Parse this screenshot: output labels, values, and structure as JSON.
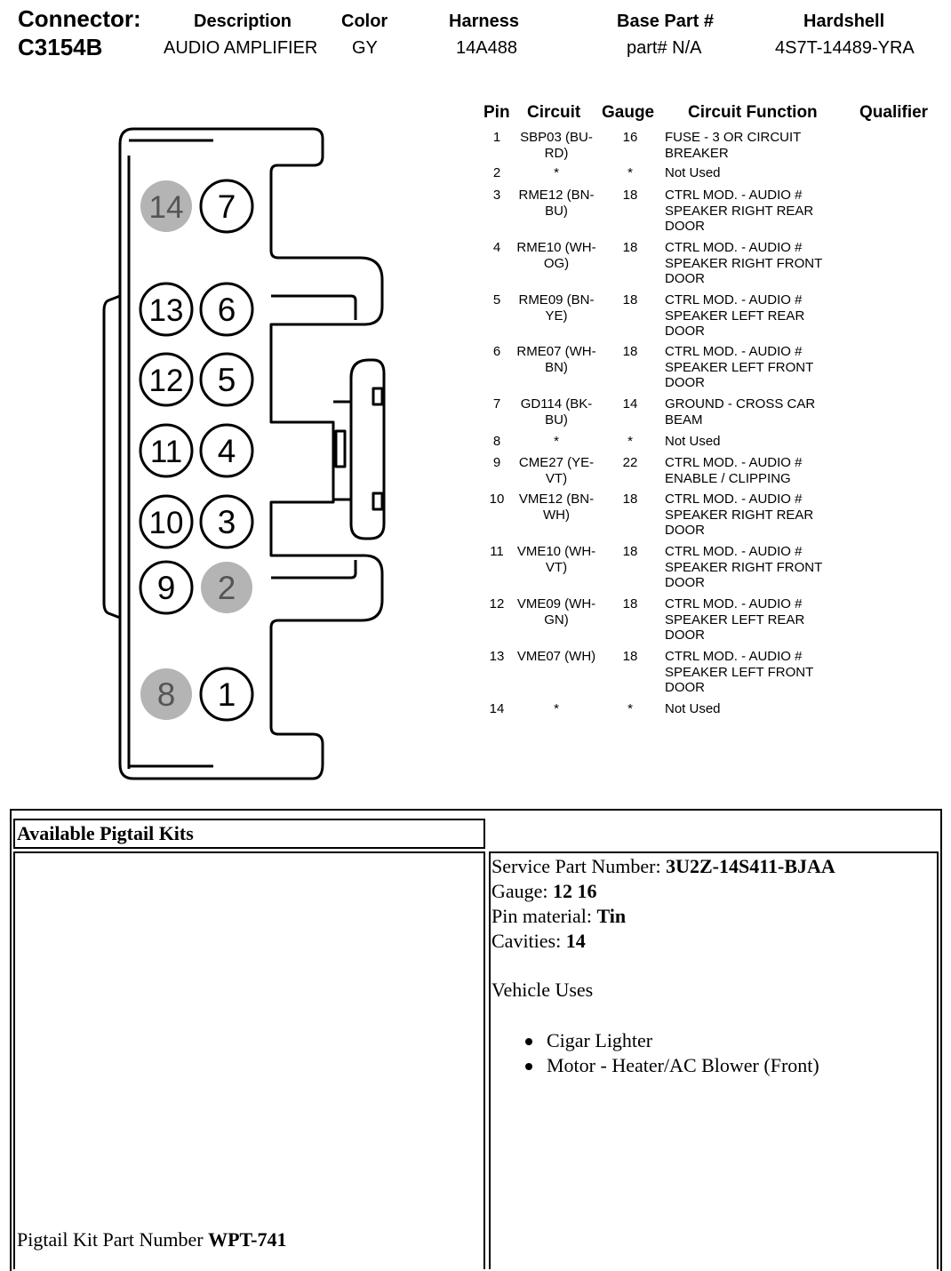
{
  "header": {
    "connector_label": "Connector:",
    "connector_id": "C3154B",
    "columns": [
      {
        "label": "Description",
        "value": "AUDIO AMPLIFIER"
      },
      {
        "label": "Color",
        "value": "GY"
      },
      {
        "label": "Harness",
        "value": "14A488"
      },
      {
        "label": "Base Part #",
        "value": "part# N/A"
      },
      {
        "label": "Hardshell",
        "value": "4S7T-14489-YRA"
      }
    ]
  },
  "connector": {
    "cavities": [
      {
        "num": "14",
        "empty": true
      },
      {
        "num": "7",
        "empty": false
      },
      {
        "num": "13",
        "empty": false
      },
      {
        "num": "6",
        "empty": false
      },
      {
        "num": "12",
        "empty": false
      },
      {
        "num": "5",
        "empty": false
      },
      {
        "num": "11",
        "empty": false
      },
      {
        "num": "4",
        "empty": false
      },
      {
        "num": "10",
        "empty": false
      },
      {
        "num": "3",
        "empty": false
      },
      {
        "num": "9",
        "empty": false
      },
      {
        "num": "2",
        "empty": true
      },
      {
        "num": "8",
        "empty": true
      },
      {
        "num": "1",
        "empty": false
      }
    ]
  },
  "pin_table": {
    "headers": {
      "pin": "Pin",
      "circuit": "Circuit",
      "gauge": "Gauge",
      "function": "Circuit Function",
      "qualifier": "Qualifier"
    },
    "rows": [
      {
        "pin": "1",
        "circuit": "SBP03 (BU-RD)",
        "gauge": "16",
        "function": "FUSE - 3 OR CIRCUIT BREAKER"
      },
      {
        "pin": "2",
        "circuit": "*",
        "gauge": "*",
        "function": "Not Used"
      },
      {
        "pin": "3",
        "circuit": "RME12 (BN-BU)",
        "gauge": "18",
        "function": "CTRL MOD. - AUDIO # SPEAKER RIGHT REAR DOOR"
      },
      {
        "pin": "4",
        "circuit": "RME10 (WH-OG)",
        "gauge": "18",
        "function": "CTRL MOD. - AUDIO # SPEAKER RIGHT FRONT DOOR"
      },
      {
        "pin": "5",
        "circuit": "RME09 (BN-YE)",
        "gauge": "18",
        "function": "CTRL MOD. - AUDIO # SPEAKER LEFT REAR DOOR"
      },
      {
        "pin": "6",
        "circuit": "RME07 (WH-BN)",
        "gauge": "18",
        "function": "CTRL MOD. - AUDIO # SPEAKER LEFT FRONT DOOR"
      },
      {
        "pin": "7",
        "circuit": "GD114 (BK-BU)",
        "gauge": "14",
        "function": "GROUND - CROSS CAR BEAM"
      },
      {
        "pin": "8",
        "circuit": "*",
        "gauge": "*",
        "function": "Not Used"
      },
      {
        "pin": "9",
        "circuit": "CME27 (YE-VT)",
        "gauge": "22",
        "function": "CTRL MOD. - AUDIO # ENABLE / CLIPPING"
      },
      {
        "pin": "10",
        "circuit": "VME12 (BN-WH)",
        "gauge": "18",
        "function": "CTRL MOD. - AUDIO # SPEAKER RIGHT REAR DOOR"
      },
      {
        "pin": "11",
        "circuit": "VME10 (WH-VT)",
        "gauge": "18",
        "function": "CTRL MOD. - AUDIO # SPEAKER RIGHT FRONT DOOR"
      },
      {
        "pin": "12",
        "circuit": "VME09 (WH-GN)",
        "gauge": "18",
        "function": "CTRL MOD. - AUDIO # SPEAKER LEFT REAR DOOR"
      },
      {
        "pin": "13",
        "circuit": "VME07 (WH)",
        "gauge": "18",
        "function": "CTRL MOD. - AUDIO # SPEAKER LEFT FRONT DOOR"
      },
      {
        "pin": "14",
        "circuit": "*",
        "gauge": "*",
        "function": "Not Used"
      }
    ]
  },
  "pigtail": {
    "title": "Available Pigtail Kits",
    "service_part_label": "Service Part Number:",
    "service_part_value": "3U2Z-14S411-BJAA",
    "gauge_label": "Gauge:",
    "gauge_value": "12 16",
    "pin_material_label": "Pin material:",
    "pin_material_value": "Tin",
    "cavities_label": "Cavities:",
    "cavities_value": "14",
    "vehicle_uses_label": "Vehicle Uses",
    "vehicle_uses": [
      "Cigar Lighter",
      "Motor - Heater/AC Blower (Front)"
    ],
    "kit_part_label": "Pigtail Kit Part Number",
    "kit_part_value": "WPT-741"
  },
  "colors": {
    "empty_cavity": "#b4b4b4",
    "line": "#000000"
  }
}
